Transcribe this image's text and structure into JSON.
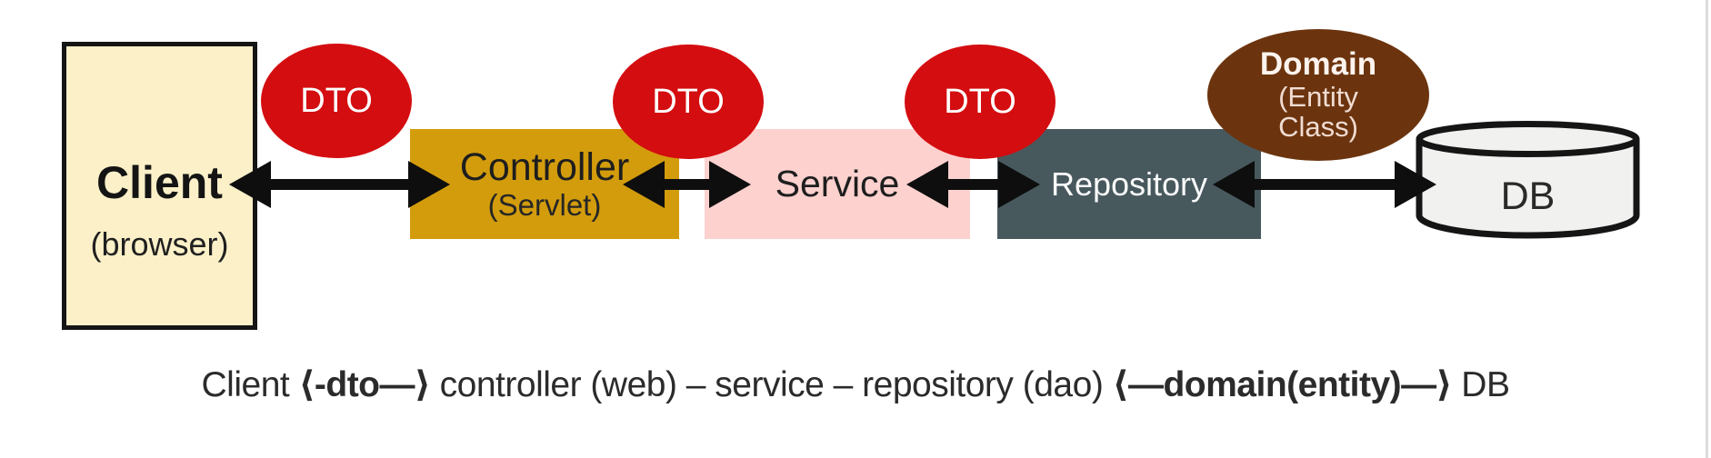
{
  "nodes": {
    "client": {
      "label": "Client",
      "sublabel": "(browser)"
    },
    "controller": {
      "label": "Controller",
      "sublabel": "(Servlet)"
    },
    "service": {
      "label": "Service"
    },
    "repository": {
      "label": "Repository"
    },
    "db": {
      "label": "DB"
    }
  },
  "ovals": {
    "dto1": {
      "label": "DTO"
    },
    "dto2": {
      "label": "DTO"
    },
    "dto3": {
      "label": "DTO"
    },
    "domain": {
      "line1": "Domain",
      "line2": "(Entity",
      "line3": "Class)"
    }
  },
  "caption": {
    "segments": [
      {
        "text": "Client ",
        "bold": false
      },
      {
        "text": "⟨-dto—⟩",
        "bold": true
      },
      {
        "text": " controller (web) – service – repository (dao) ",
        "bold": false
      },
      {
        "text": "⟨—domain(entity)—⟩",
        "bold": true
      },
      {
        "text": " DB",
        "bold": false
      }
    ]
  },
  "colors": {
    "background": "#FFFFFF",
    "client_fill": "#FBF0C8",
    "controller_fill": "#D39C0C",
    "service_fill": "#FCD1CE",
    "repository_fill": "#48595E",
    "dto_fill": "#D40D10",
    "domain_fill": "#6C340E",
    "db_fill": "#F1F1EF",
    "outline": "#151515",
    "arrow": "#0E0E0E",
    "caption_text": "#2B2B2B"
  }
}
